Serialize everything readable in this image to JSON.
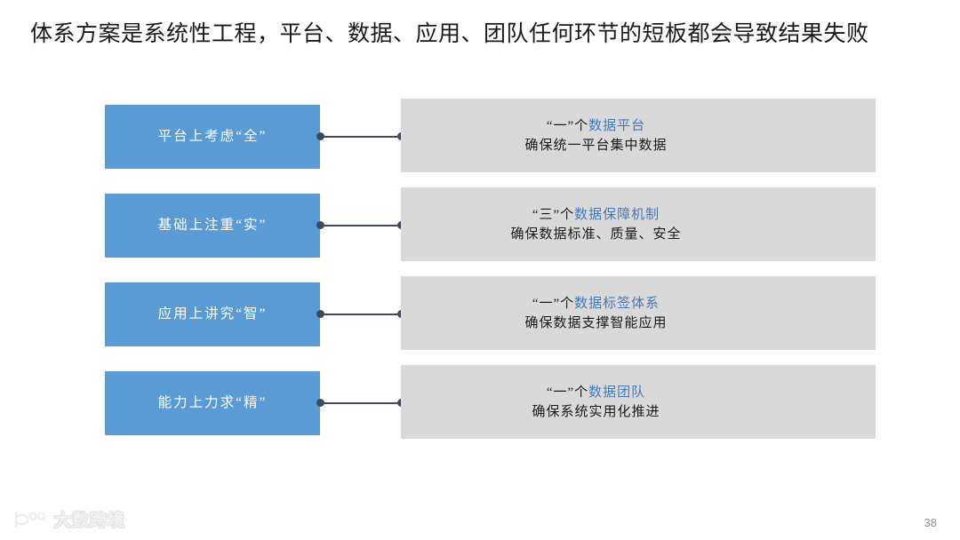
{
  "slide": {
    "title": "体系方案是系统性工程，平台、数据、应用、团队任何环节的短板都会导致结果失败",
    "page_number": "38",
    "accent_color": "#4579b8",
    "blue_card_color": "#5b9bd5",
    "gray_card_color": "#d9d9d9",
    "connector_color": "#3f4a5a"
  },
  "rows": [
    {
      "blue_label": "平台上考虑“全”",
      "headline_prefix": "“一”个",
      "headline_accent": "数据平台",
      "subline": "确保统一平台集中数据"
    },
    {
      "blue_label": "基础上注重“实”",
      "headline_prefix": "“三”个",
      "headline_accent": "数据保障机制",
      "subline": "确保数据标准、质量、安全"
    },
    {
      "blue_label": "应用上讲究“智”",
      "headline_prefix": "“一”个",
      "headline_accent": "数据标签体系",
      "subline": "确保数据支撑智能应用"
    },
    {
      "blue_label": "能力上力求“精”",
      "headline_prefix": "“一”个",
      "headline_accent": "数据团队",
      "subline": "确保系统实用化推进"
    }
  ],
  "watermark": {
    "text": "大数跨境"
  }
}
